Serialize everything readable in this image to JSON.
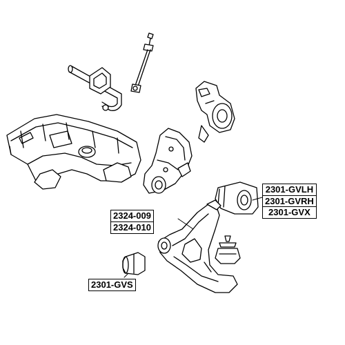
{
  "labels": {
    "stabilizer_link_group": [
      "2301-GVLH",
      "2301-GVRH",
      "2301-GVX"
    ],
    "control_arm_group": [
      "2324-009",
      "2324-010"
    ],
    "bushing": "2301-GVS"
  },
  "colors": {
    "line": "#000000",
    "fill": "#ffffff",
    "shade": "#e6e6e6"
  }
}
